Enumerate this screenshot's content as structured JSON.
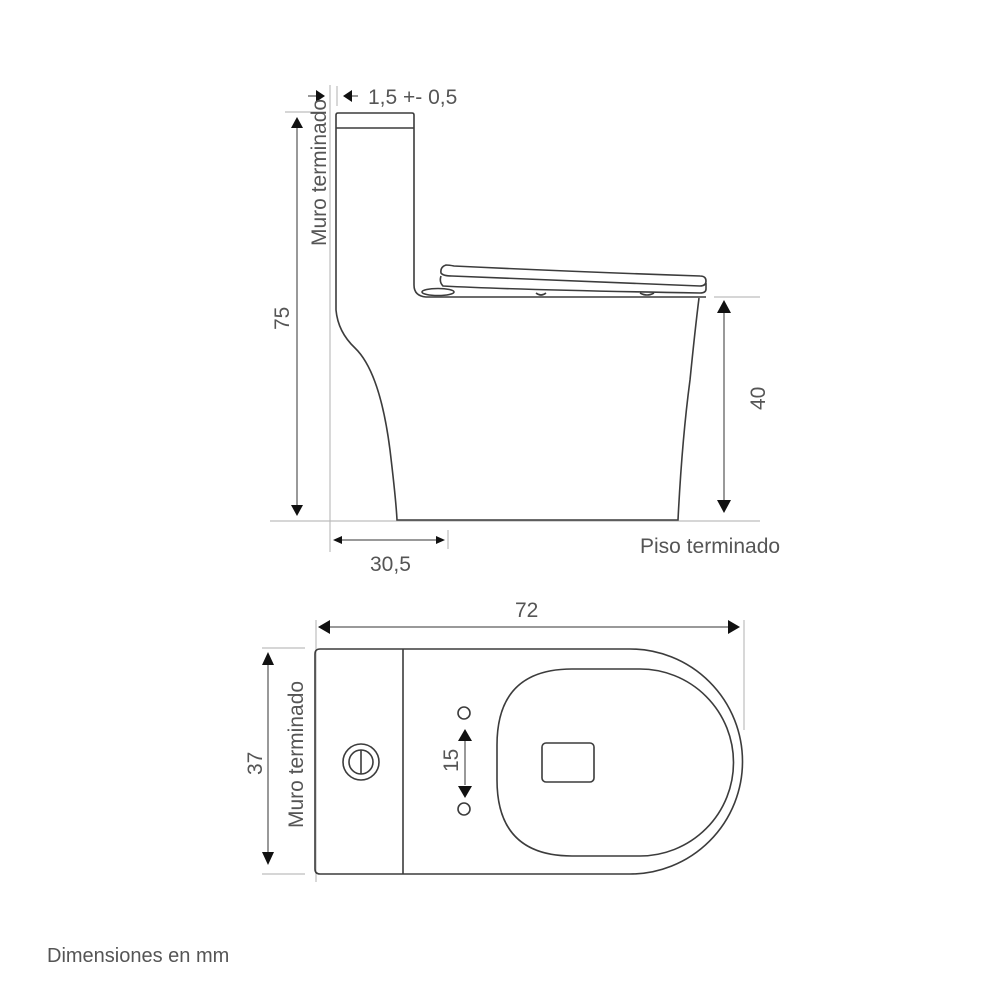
{
  "side_view": {
    "wall_gap_label": "1,5 +- 0,5",
    "wall_label": "Muro terminado",
    "height_label": "75",
    "seat_height_label": "40",
    "floor_label": "Piso terminado",
    "rough_in_label": "30,5"
  },
  "top_view": {
    "length_label": "72",
    "width_label": "37",
    "wall_label": "Muro terminado",
    "bolt_spacing_label": "15"
  },
  "footer": {
    "units_note": "Dimensiones en mm"
  }
}
